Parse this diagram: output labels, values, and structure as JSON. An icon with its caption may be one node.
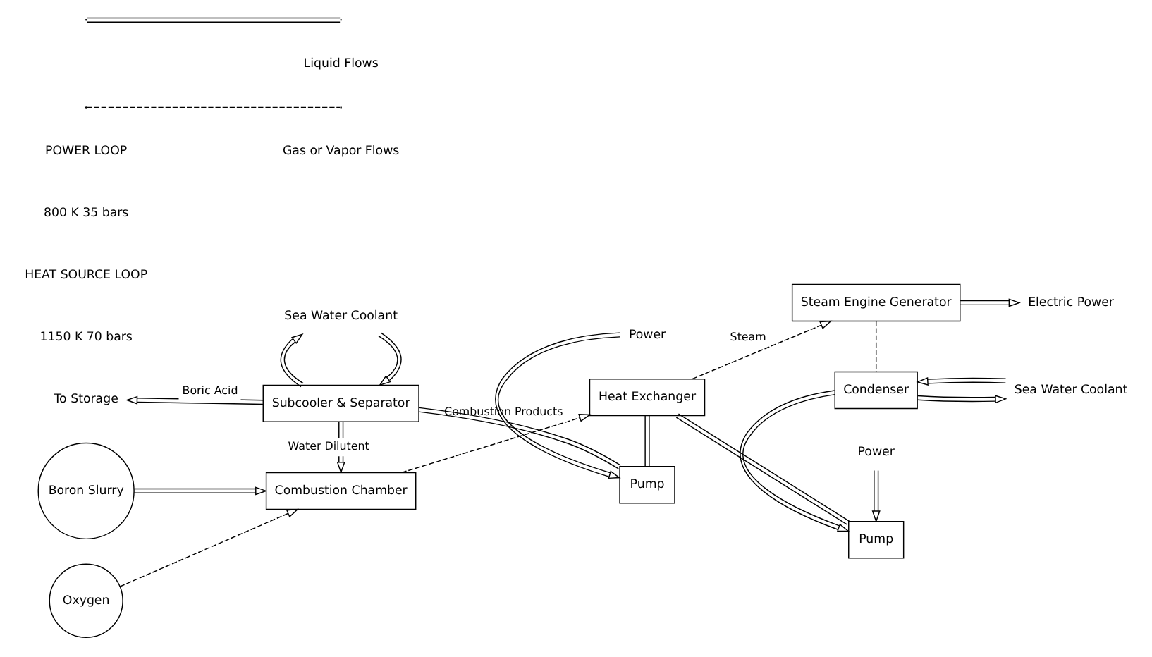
{
  "diagram": {
    "nodes": [
      {
        "text": [
          "Boron Slurry"
        ]
      },
      {
        "text": [
          "Oxygen"
        ]
      },
      {
        "text": [
          "Combustion Chamber"
        ]
      },
      {
        "text": [
          "Heat Exchanger"
        ]
      },
      {
        "text": [
          "Steam Engine Generator"
        ]
      },
      {
        "text": [
          "Condenser"
        ]
      },
      {
        "text": [
          "Subcooler & Separator"
        ]
      },
      {
        "text": [
          "Pump"
        ]
      },
      {
        "text": [
          "Pump"
        ]
      },
      {
        "text": [
          "To Storage"
        ]
      },
      {
        "text": [
          "Electric Power"
        ]
      },
      {
        "text": [
          "Sea Water Coolant"
        ]
      },
      {
        "text": [
          "Sea Water Coolant"
        ]
      },
      {
        "text": [
          "Power"
        ]
      },
      {
        "text": [
          "Power"
        ]
      }
    ],
    "edges": [
      {
        "from": 0,
        "to": 2,
        "arrow": "to"
      },
      {
        "from": 1,
        "to": 2,
        "arrow": "to",
        "style": "dashed"
      },
      {
        "from": 2,
        "to": 3,
        "arrow": "to",
        "style": "dashed",
        "label": "Combustion Products"
      },
      {
        "from": 3,
        "to": 7,
        "arrow": "none"
      },
      {
        "from": 7,
        "to": 6,
        "arrow": "none"
      },
      {
        "from": 6,
        "to": 2,
        "arrow": "to",
        "label": "Water Dilutent"
      },
      {
        "from": 6,
        "to": 9,
        "arrow": "to",
        "label": "Boric Acid"
      },
      {
        "from": 12,
        "to": 6,
        "arrow": "to"
      },
      {
        "from": 6,
        "to": 12,
        "arrow": "to"
      },
      {
        "from": 13,
        "to": 7,
        "arrow": "to"
      },
      {
        "from": 3,
        "to": 4,
        "arrow": "to",
        "style": "dashed",
        "label": "Steam"
      },
      {
        "from": 4,
        "to": 10,
        "arrow": "to"
      },
      {
        "from": 4,
        "to": 5,
        "arrow": "none",
        "style": "dashed"
      },
      {
        "from": 5,
        "to": 11,
        "arrow": "to"
      },
      {
        "from": 11,
        "to": 5,
        "arrow": "to"
      },
      {
        "from": 5,
        "to": 8,
        "arrow": "to"
      },
      {
        "from": 8,
        "to": 3,
        "arrow": "none"
      },
      {
        "from": 14,
        "to": 8,
        "arrow": "to"
      }
    ],
    "labels": [
      "1150 K 70 bars",
      "HEAT SOURCE LOOP",
      "800 K 35 bars",
      "POWER LOOP"
    ],
    "legend": [
      {
        "text": "Liquid Flows"
      },
      {
        "text": "Gas or Vapor Flows"
      }
    ]
  }
}
